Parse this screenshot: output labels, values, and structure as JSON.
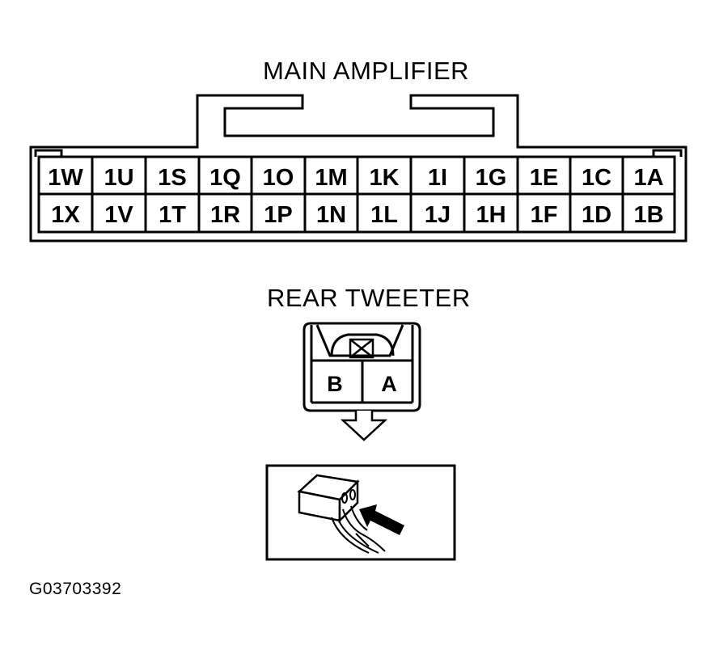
{
  "main_amplifier": {
    "title": "MAIN AMPLIFIER",
    "top_row": [
      "1W",
      "1U",
      "1S",
      "1Q",
      "1O",
      "1M",
      "1K",
      "1I",
      "1G",
      "1E",
      "1C",
      "1A"
    ],
    "bottom_row": [
      "1X",
      "1V",
      "1T",
      "1R",
      "1P",
      "1N",
      "1L",
      "1J",
      "1H",
      "1F",
      "1D",
      "1B"
    ]
  },
  "rear_tweeter": {
    "title": "REAR TWEETER",
    "pins": [
      "B",
      "A"
    ]
  },
  "figure_id": "G03703392"
}
